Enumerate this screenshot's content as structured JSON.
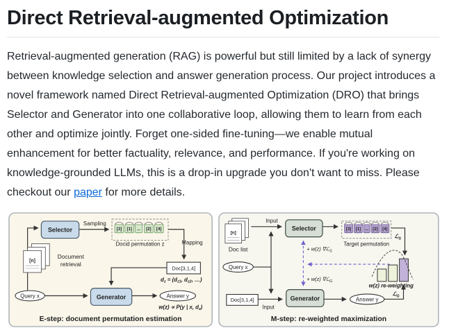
{
  "page": {
    "title": "Direct Retrieval-augmented Optimization"
  },
  "intro": {
    "text_before_link": "Retrieval-augmented generation (RAG) is powerful but still limited by a lack of synergy between knowledge selection and answer generation process. Our project introduces a novel framework named Direct Retrieval-augmented Optimization (DRO) that brings Selector and Generator into one collaborative loop, allowing them to learn from each other and optimize jointly. Forget one-sided fine-tuning—we enable mutual enhancement for better factuality, relevance, and performance. If you're working on knowledge-grounded LLMs, this is a drop-in upgrade you don't want to miss. Please checkout our ",
    "link_text": "paper",
    "text_after_link": " for more details."
  },
  "figure": {
    "colors": {
      "panel_left_bg": "#faf6ea",
      "panel_right_bg": "#f7f6ef",
      "left_node_fill": "#c9dbea",
      "right_node_fill": "#d6ded6",
      "token_green_fill": "#d6e8cc",
      "token_purple_fill": "#b2a1ce",
      "bar_cream_fill": "#eef2da",
      "bar_purple_fill": "#c2b1d8",
      "purple_accent": "#6f63cc",
      "link_blue": "#0b69da"
    },
    "left": {
      "caption": "E-step: document permutation estimation",
      "selector_label": "Selector",
      "generator_label": "Generator",
      "sampling_label": "Sampling",
      "mapping_label": "Mapping",
      "docid_permutation_label": "Docid permutation z",
      "tokens": [
        "[3]",
        "[1]",
        "...",
        "[2]",
        "[4]"
      ],
      "doc_icon_label": "[n]",
      "document_retrieval_line1": "Document",
      "document_retrieval_line2": "retrieval",
      "doc_box_label": "Doc[3,1,4]",
      "dz_formula_parts": [
        "d",
        "z",
        " = (d",
        "z1",
        ", d",
        "z2",
        ", …)"
      ],
      "query_label": "Query x",
      "answer_label": "Answer y",
      "weight_formula_parts": [
        "w(z) ∝ P(y | x, d",
        "z",
        ")"
      ]
    },
    "right": {
      "caption": "M-step: re-weighted maximization",
      "doc_list_label": "Doc list",
      "doc_icon_label": "[n]",
      "input_top_label": "Input",
      "input_bottom_label": "Input",
      "selector_label": "Selector",
      "generator_label": "Generator",
      "tokens": [
        "[3]",
        "[1]",
        "...",
        "[2]",
        "[4]"
      ],
      "target_permutation_label": "Target permutation",
      "loss_script": "ℒ",
      "loss_selector_sub": "S",
      "loss_generator_sub": "G",
      "grad_prefix": "+ w(z) ∇ℒ",
      "reweighting_label": "w(z) re-weighting",
      "doc_box_label": "Doc[3,1,4]",
      "query_label": "Query x",
      "answer_label": "Answer y"
    }
  }
}
